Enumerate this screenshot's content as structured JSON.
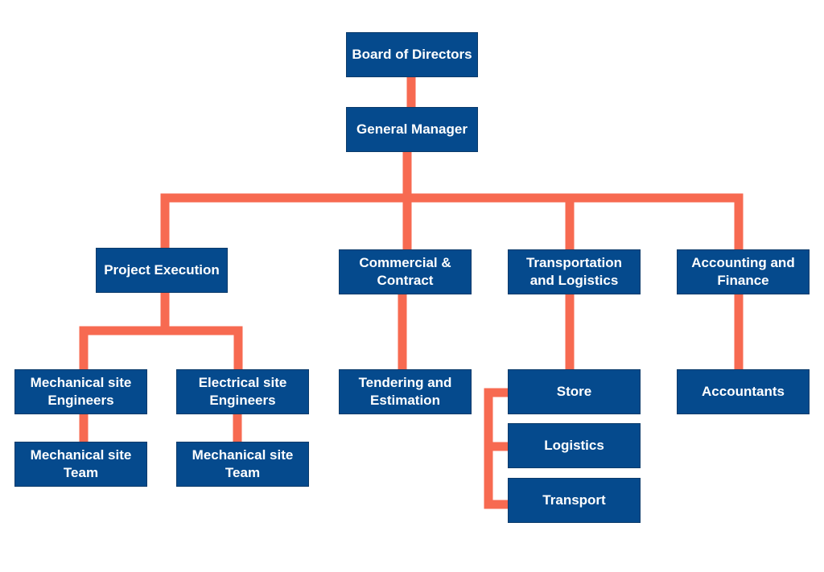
{
  "colors": {
    "node_fill": "#054a8d",
    "node_text": "#ffffff",
    "connector": "#f76a51",
    "background": "#ffffff"
  },
  "nodes": {
    "board": "Board of Directors",
    "gm": "General Manager",
    "project_execution": "Project Execution",
    "commercial": "Commercial & Contract",
    "transport_logistics": "Transportation and Logistics",
    "accounting": "Accounting and Finance",
    "mech_engineers": "Mechanical site Engineers",
    "elec_engineers": "Electrical site Engineers",
    "mech_team_1": "Mechanical site Team",
    "mech_team_2": "Mechanical site Team",
    "tendering": "Tendering and Estimation",
    "store": "Store",
    "logistics": "Logistics",
    "transport": "Transport",
    "accountants": "Accountants"
  },
  "hierarchy": [
    [
      "board",
      "gm"
    ],
    [
      "gm",
      "project_execution"
    ],
    [
      "gm",
      "commercial"
    ],
    [
      "gm",
      "transport_logistics"
    ],
    [
      "gm",
      "accounting"
    ],
    [
      "project_execution",
      "mech_engineers"
    ],
    [
      "project_execution",
      "elec_engineers"
    ],
    [
      "mech_engineers",
      "mech_team_1"
    ],
    [
      "elec_engineers",
      "mech_team_2"
    ],
    [
      "commercial",
      "tendering"
    ],
    [
      "transport_logistics",
      "store"
    ],
    [
      "store",
      "logistics"
    ],
    [
      "store",
      "transport"
    ],
    [
      "accounting",
      "accountants"
    ]
  ]
}
